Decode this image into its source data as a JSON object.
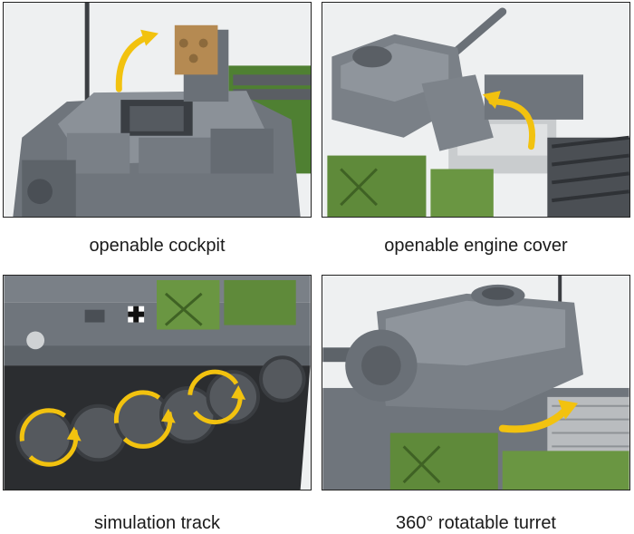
{
  "captions": {
    "cockpit": "openable cockpit",
    "engine": "openable engine cover",
    "track": "simulation track",
    "turret": "360° rotatable turret"
  },
  "colors": {
    "armor_gray": "#6f757c",
    "armor_light": "#8b9198",
    "armor_dark": "#4a4f55",
    "olive_green": "#5f8a3a",
    "hatch_tan": "#b58a52",
    "arrow_yellow": "#f2c20f",
    "track_black": "#2b2d30"
  },
  "icons": {
    "arrow": "curved-arrow-icon"
  }
}
